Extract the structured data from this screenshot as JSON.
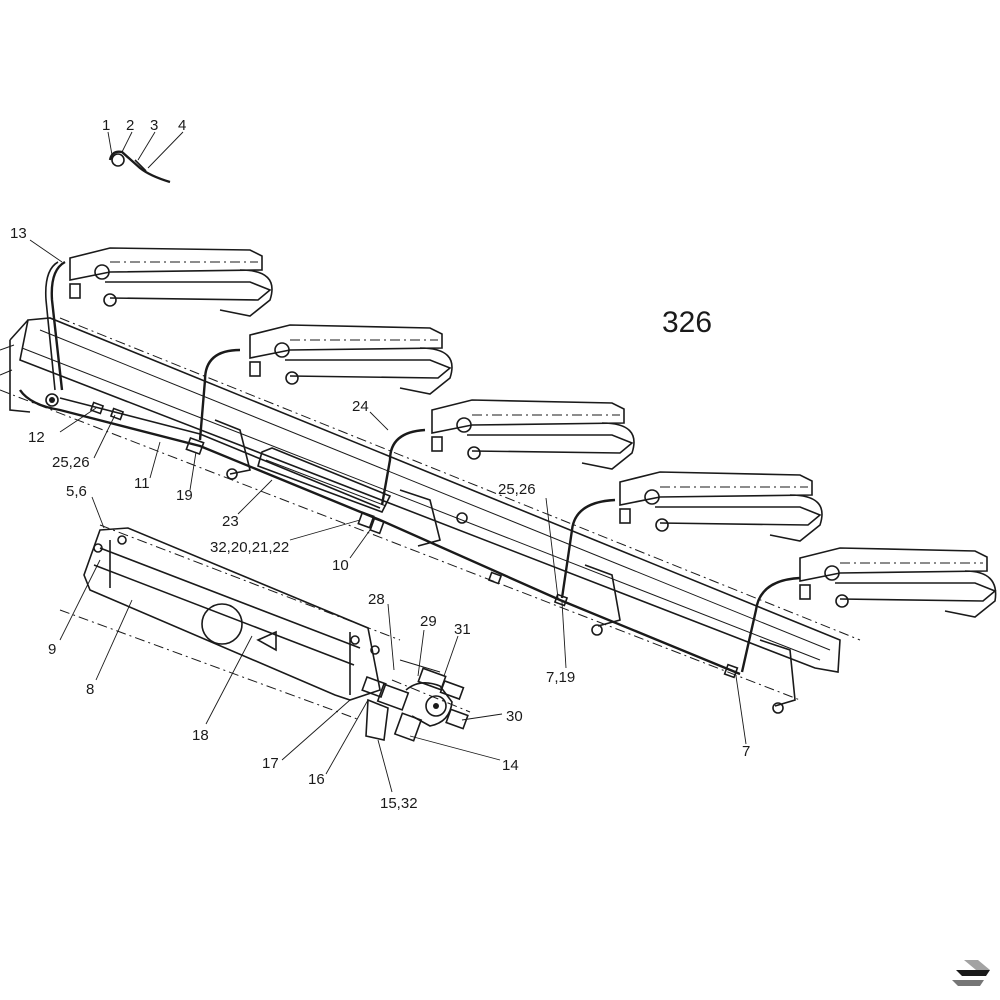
{
  "diagram": {
    "page_number": "326",
    "callouts": [
      {
        "id": "c1",
        "text": "1"
      },
      {
        "id": "c2",
        "text": "2"
      },
      {
        "id": "c3",
        "text": "3"
      },
      {
        "id": "c4",
        "text": "4"
      },
      {
        "id": "c13",
        "text": "13"
      },
      {
        "id": "c12",
        "text": "12"
      },
      {
        "id": "c2526a",
        "text": "25,26"
      },
      {
        "id": "c11",
        "text": "11"
      },
      {
        "id": "c19",
        "text": "19"
      },
      {
        "id": "c56",
        "text": "5,6"
      },
      {
        "id": "c23",
        "text": "23"
      },
      {
        "id": "c32202122",
        "text": "32,20,21,22"
      },
      {
        "id": "c10",
        "text": "10"
      },
      {
        "id": "c24",
        "text": "24"
      },
      {
        "id": "c2526b",
        "text": "25,26"
      },
      {
        "id": "c28",
        "text": "28"
      },
      {
        "id": "c29",
        "text": "29"
      },
      {
        "id": "c31",
        "text": "31"
      },
      {
        "id": "c719",
        "text": "7,19"
      },
      {
        "id": "c9",
        "text": "9"
      },
      {
        "id": "c8",
        "text": "8"
      },
      {
        "id": "c30",
        "text": "30"
      },
      {
        "id": "c18",
        "text": "18"
      },
      {
        "id": "c7",
        "text": "7"
      },
      {
        "id": "c17",
        "text": "17"
      },
      {
        "id": "c16",
        "text": "16"
      },
      {
        "id": "c14",
        "text": "14"
      },
      {
        "id": "c1532",
        "text": "15,32"
      }
    ]
  }
}
